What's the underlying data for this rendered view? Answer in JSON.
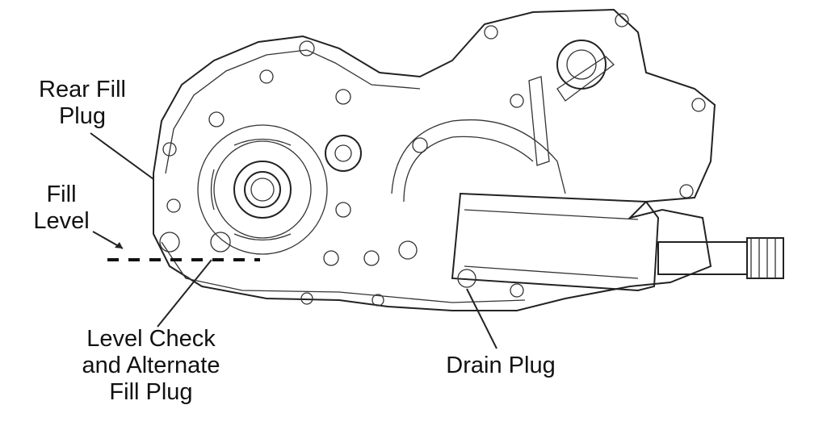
{
  "labels": {
    "rear_fill_plug": [
      "Rear Fill",
      "Plug"
    ],
    "fill_level": [
      "Fill",
      "Level"
    ],
    "level_check": [
      "Level Check",
      "and Alternate",
      "Fill Plug"
    ],
    "drain_plug": "Drain Plug"
  },
  "colors": {
    "line": "#222222",
    "background": "#ffffff"
  }
}
